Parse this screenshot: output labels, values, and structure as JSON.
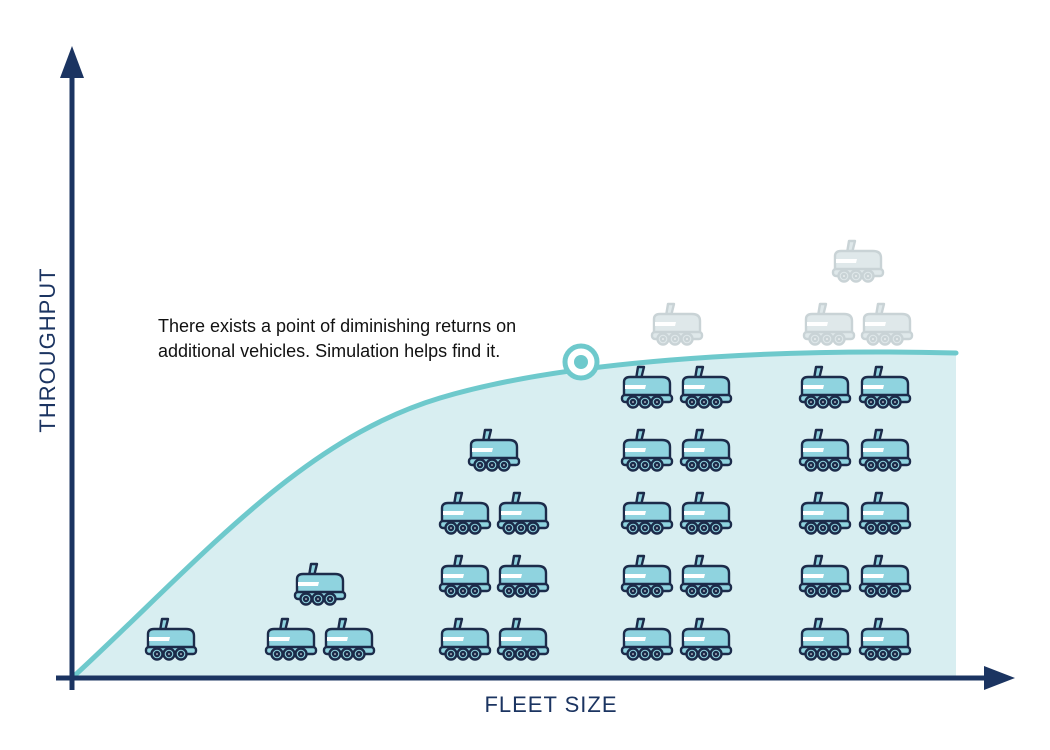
{
  "axes": {
    "y_label": "THROUGHPUT",
    "x_label": "FLEET SIZE"
  },
  "annotation": {
    "line1": "There exists a point of diminishing returns on",
    "line2": "additional vehicles. Simulation helps find it."
  },
  "colors": {
    "axis": "#1b3461",
    "curve": "#6ec9cc",
    "area_fill": "#d8eef1",
    "vehicle_body": "#8fd3df",
    "vehicle_outline": "#1c2b4a",
    "vehicle_ghost": "#dfe8ea"
  },
  "icon": "delivery-robot-icon",
  "chart_data": {
    "type": "area",
    "title": "",
    "xlabel": "FLEET SIZE",
    "ylabel": "THROUGHPUT",
    "grid": false,
    "legend": "none",
    "groups": [
      {
        "solid_vehicles": 1,
        "ghost_vehicles": 0
      },
      {
        "solid_vehicles": 3,
        "ghost_vehicles": 0
      },
      {
        "solid_vehicles": 7,
        "ghost_vehicles": 0
      },
      {
        "solid_vehicles": 10,
        "ghost_vehicles": 1
      },
      {
        "solid_vehicles": 10,
        "ghost_vehicles": 3
      }
    ],
    "curve_shape": "rises steeply then plateaus (diminishing returns)",
    "highlight": "point of diminishing returns"
  }
}
